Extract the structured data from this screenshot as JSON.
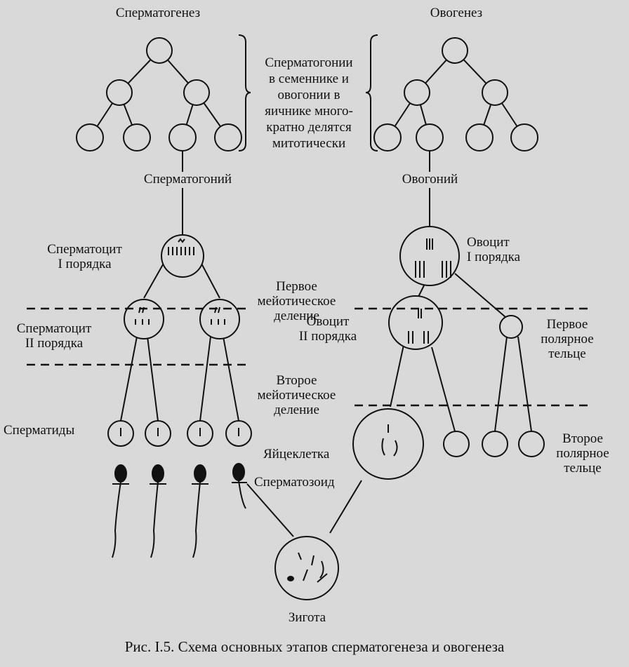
{
  "title_left": "Сперматогенез",
  "title_right": "Овогенез",
  "note_lines": [
    "Сперматогонии",
    "в семеннике и",
    "овогонии в",
    "яичнике много-",
    "кратно делятся",
    "митотически"
  ],
  "labels": {
    "spermatogonium": "Сперматогоний",
    "oogonium": "Овогоний",
    "spermatocyte1": [
      "Сперматоцит",
      "I порядка"
    ],
    "oocyte1": [
      "Овоцит",
      "I порядка"
    ],
    "meiosis1": [
      "Первое",
      "мейотическое",
      "деление"
    ],
    "spermatocyte2": [
      "Сперматоцит",
      "II порядка"
    ],
    "oocyte2": [
      "Овоцит",
      "II порядка"
    ],
    "polar1": [
      "Первое",
      "полярное",
      "тельце"
    ],
    "meiosis2": [
      "Второе",
      "мейотическое",
      "деление"
    ],
    "spermatids": "Сперматиды",
    "egg": "Яйцеклетка",
    "polar2": [
      "Второе",
      "полярное",
      "тельце"
    ],
    "sperm": "Сперматозоид",
    "zygote": "Зигота"
  },
  "caption": "Рис. I.5. Схема основных этапов сперматогенеза и овогенеза"
}
